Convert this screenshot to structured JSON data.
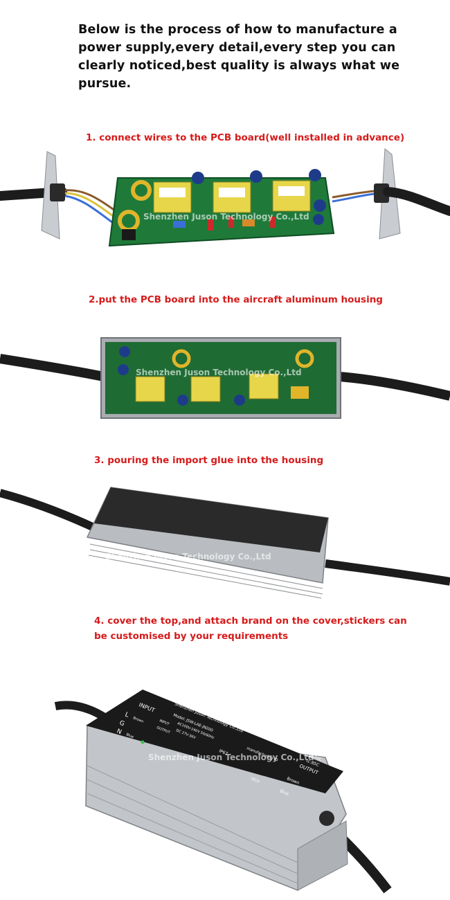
{
  "intro": {
    "text": "Below is the process of how to manufacture a power supply,every detail,every step you can clearly noticed,best quality is always what we pursue."
  },
  "steps": [
    {
      "caption": "1. connect wires to the PCB board(well installed in advance)"
    },
    {
      "caption": "2.put the PCB board into the aircraft aluminum housing"
    },
    {
      "caption": "3. pouring the import glue into the housing"
    },
    {
      "caption": "4. cover the top,and attach brand on the cover,stickers can be customised by your requirements"
    }
  ],
  "watermark": "Shenzhen Juson Technology Co.,Ltd",
  "label": {
    "input": "INPUT",
    "l": "L",
    "g": "G",
    "n": "N",
    "brown": "Brown",
    "blue": "Blue",
    "company": "Shenzhen Juson Technology Co.,Ltd",
    "model": "Model: JSW-LAE-JN200",
    "input_row": "INPUT",
    "input_val": "AC100V-240V 50/60Hz",
    "output_row": "OUTPUT",
    "output_val": "DC 27V-36V",
    "ip": "IP67",
    "mfg": "manufacturing ID",
    "selv": "SELV",
    "ta": "ta:50C",
    "tc": "tc:85C",
    "output": "OUTPUT",
    "out_brown": "Brown",
    "out_blue": "Blue"
  },
  "colors": {
    "caption": "#d61a1a",
    "text": "#111111",
    "pcb": "#1f7a3a",
    "aluminum": "#b9bcc0",
    "label_black": "#1a1a1a"
  }
}
